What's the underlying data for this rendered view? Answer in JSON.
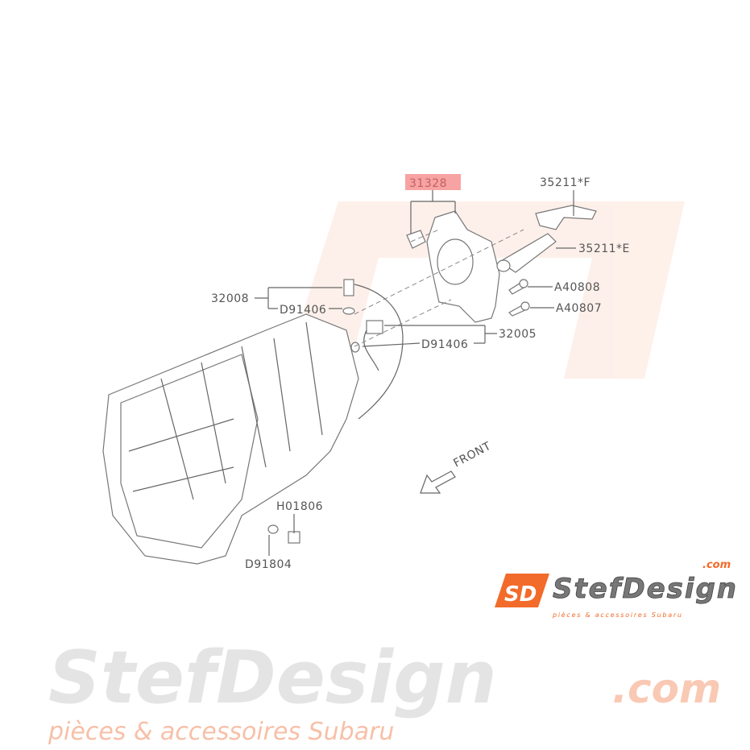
{
  "watermark": {
    "brand": "StefDesign",
    "domain": ".com",
    "tagline": "pièces & accessoires Subaru"
  },
  "logo": {
    "mark": "SD",
    "brand": "StefDesign",
    "domain": ".com",
    "tagline": "pièces & accessoires Subaru",
    "accent_color": "#f26b2a"
  },
  "diagram": {
    "direction_label": "FRONT",
    "callouts": [
      {
        "id": "31328",
        "highlighted": true
      },
      {
        "id": "35211*F"
      },
      {
        "id": "35211*E"
      },
      {
        "id": "A40808"
      },
      {
        "id": "A40807"
      },
      {
        "id": "32008"
      },
      {
        "id": "D91406"
      },
      {
        "id": "32005"
      },
      {
        "id": "D91406"
      },
      {
        "id": "H01806"
      },
      {
        "id": "D91804"
      }
    ],
    "highlight_color": "#f7a3a3"
  }
}
